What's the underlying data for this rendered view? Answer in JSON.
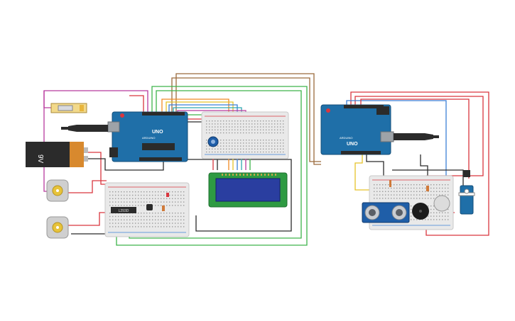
{
  "app": {
    "title": ""
  },
  "components": {
    "battery_label": "9V",
    "arduino_left": {
      "board_label": "UNO",
      "brand_label": "ARDUINO"
    },
    "arduino_right": {
      "board_label": "UNO",
      "brand_label": "ARDUINO"
    },
    "ic_label": "L293D"
  },
  "colors": {
    "board_blue": "#1f6fa8",
    "breadboard": "#e9e9e9",
    "lcd_screen": "#2a3ea0",
    "wire_red": "#d9363e",
    "wire_black": "#2b2b2b",
    "wire_green": "#3db44a",
    "wire_purple": "#b83a9e",
    "wire_brown": "#9a6a3c",
    "wire_yellow": "#e6c229",
    "wire_orange": "#f08a24",
    "wire_blue": "#3b7fd6",
    "wire_teal": "#2fa7b0"
  }
}
